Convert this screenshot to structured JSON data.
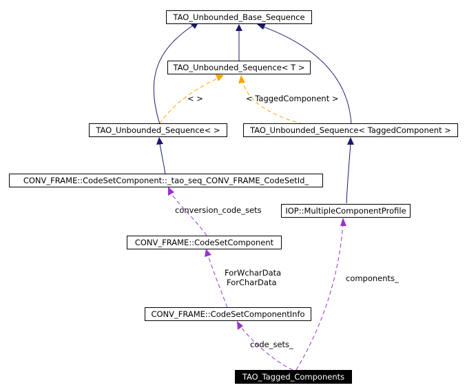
{
  "nodes": {
    "base_seq": "TAO_Unbounded_Base_Sequence",
    "unb_seq_t": "TAO_Unbounded_Sequence< T >",
    "unb_seq_empty": "TAO_Unbounded_Sequence<  >",
    "unb_seq_tagged": "TAO_Unbounded_Sequence< TaggedComponent >",
    "codeset_seq": "CONV_FRAME::CodeSetComponent::_tao_seq_CONV_FRAME_CodeSetId_",
    "multi_profile": "IOP::MultipleComponentProfile",
    "codeset_component": "CONV_FRAME::CodeSetComponent",
    "codeset_component_info": "CONV_FRAME::CodeSetComponentInfo",
    "tagged_components": "TAO_Tagged_Components"
  },
  "edge_labels": {
    "empty_template": "<  >",
    "tagged_template": "< TaggedComponent >",
    "conversion_code_sets": "conversion_code_sets",
    "for_wchar_data": "ForWcharData",
    "for_char_data": "ForCharData",
    "components": "components_",
    "code_sets": "code_sets_"
  },
  "colors": {
    "inheritance": "#191970",
    "template": "#ffa500",
    "usage": "#9a32cd"
  }
}
